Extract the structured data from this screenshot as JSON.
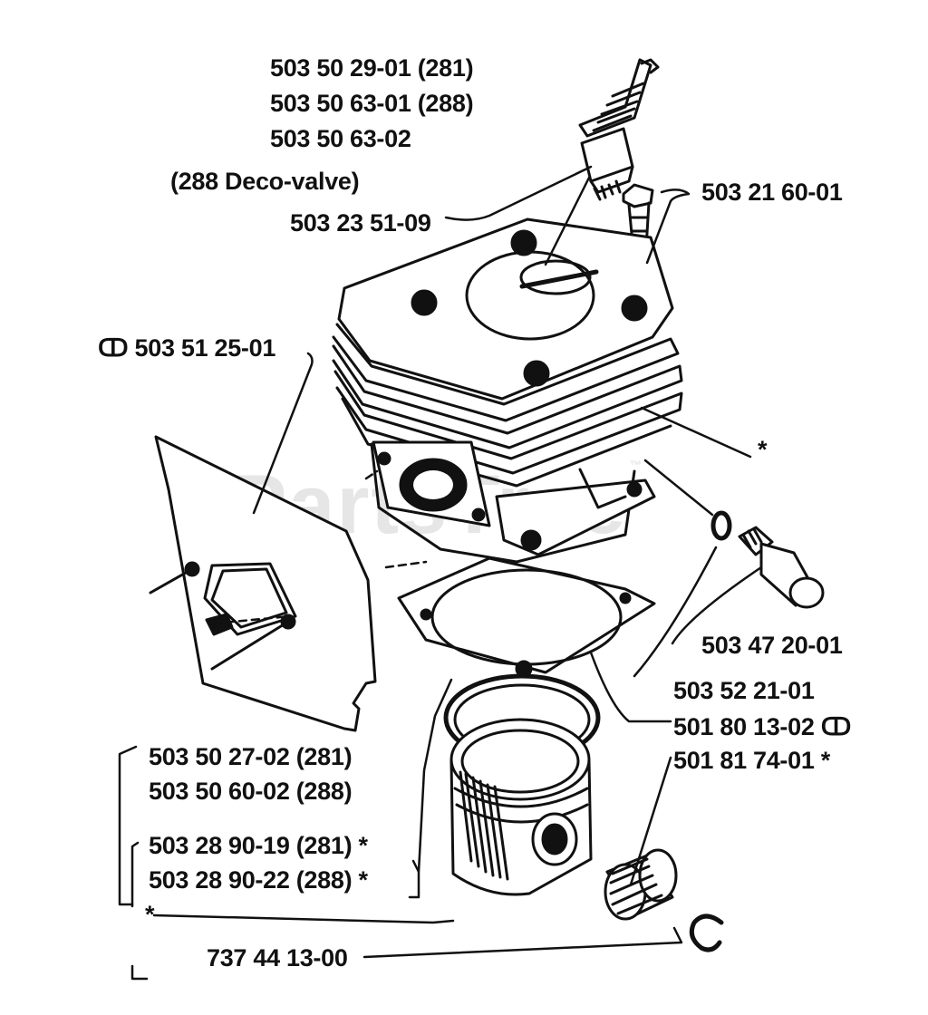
{
  "watermark": {
    "text": "PartsTree",
    "tm": "™"
  },
  "labels": {
    "spark_plug_281": "503 50 29-01 (281)",
    "spark_plug_288": "503 50 63-01 (288)",
    "spark_plug_deco": "503 50 63-02",
    "deco_valve_note": "(288 Deco-valve)",
    "plug_washer": "503 23 51-09",
    "cylinder_screw": "503 21 60-01",
    "muffler_gasket": "ↀ 503 51 25-01",
    "cylinder_star": "*",
    "deco_valve": "503 47 20-01",
    "deco_washer": "503 52 21-01",
    "base_gasket": "501 80 13-02 ↀ",
    "needle_bearing": "501 81 74-01  *",
    "piston_ring_281": "503 50 27-02 (281)",
    "piston_ring_288": "503 50 60-02 (288)",
    "piston_281": "503 28 90-19 (281)  *",
    "piston_288": "503 28 90-22 (288)  *",
    "piston_star": "*",
    "circlip": "737 44 13-00"
  }
}
